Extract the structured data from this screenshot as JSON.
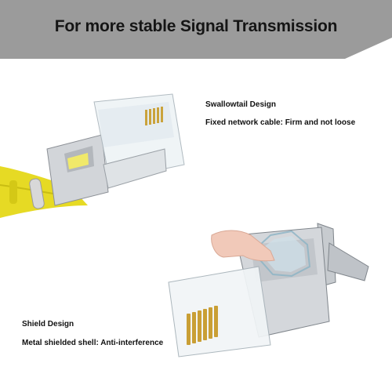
{
  "banner": {
    "title": "For more stable Signal Transmission"
  },
  "feature_top": {
    "title": "Swallowtail Design",
    "description": "Fixed network cable: Firm and not loose"
  },
  "feature_bottom": {
    "title": "Shield Design",
    "description": "Metal shielded shell: Anti-interference"
  },
  "colors": {
    "banner_gray": "#9a9a9a",
    "cable_yellow": "#e8dd2a",
    "metal": "#c9ccd0",
    "gold_pins": "#c9a23a"
  }
}
